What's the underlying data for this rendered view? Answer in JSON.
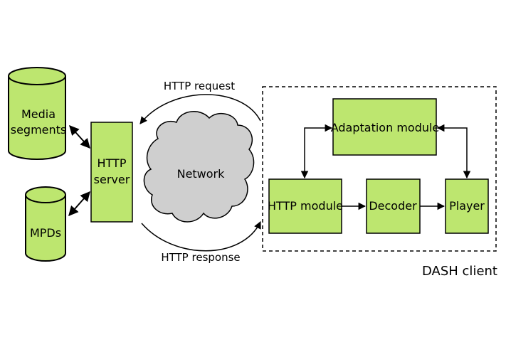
{
  "colors": {
    "box_fill": "#bde66f",
    "stroke": "#000000",
    "cloud_fill": "#cfcfcf",
    "background": "#ffffff"
  },
  "storage": {
    "media_line1": "Media",
    "media_line2": "segments",
    "mpds": "MPDs"
  },
  "server": {
    "line1": "HTTP",
    "line2": "server"
  },
  "network": {
    "label": "Network",
    "request_label": "HTTP request",
    "response_label": "HTTP response"
  },
  "client": {
    "container_label": "DASH client",
    "adaptation_module": "Adaptation module",
    "http_module": "HTTP module",
    "decoder": "Decoder",
    "player": "Player"
  }
}
